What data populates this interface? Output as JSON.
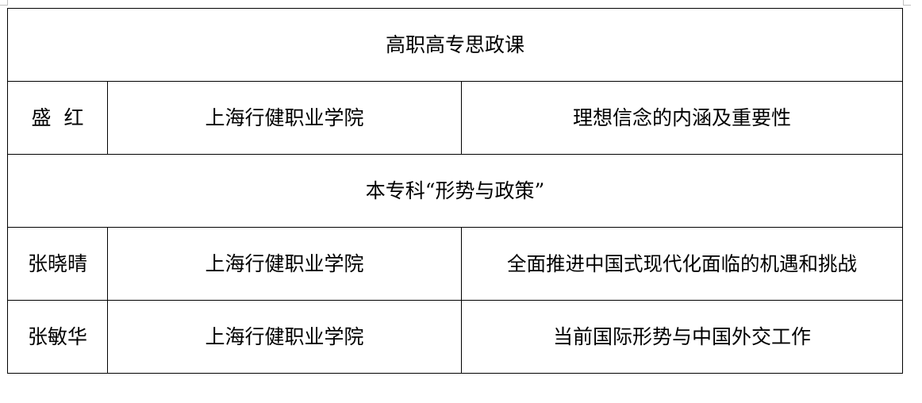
{
  "table": {
    "sections": [
      {
        "heading": "高职高专思政课",
        "rows": [
          {
            "name": "盛  红",
            "school": "上海行健职业学院",
            "topic": "理想信念的内涵及重要性"
          }
        ]
      },
      {
        "heading": "本专科“形势与政策”",
        "rows": [
          {
            "name": "张晓晴",
            "school": "上海行健职业学院",
            "topic": "全面推进中国式现代化面临的机遇和挑战"
          },
          {
            "name": "张敏华",
            "school": "上海行健职业学院",
            "topic": "当前国际形势与中国外交工作"
          }
        ]
      }
    ]
  }
}
